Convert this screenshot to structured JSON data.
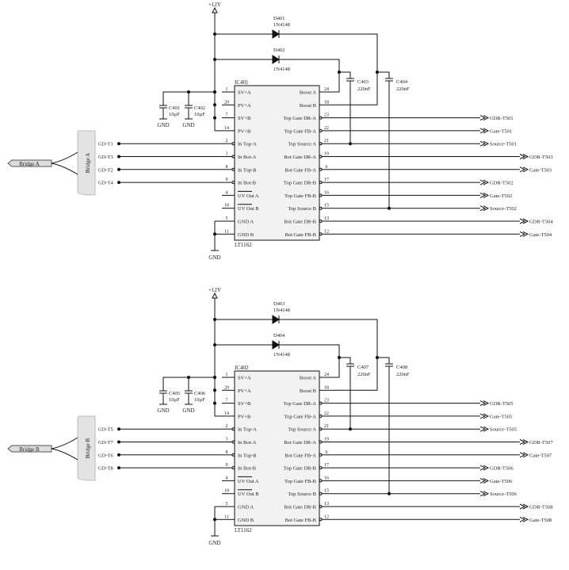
{
  "supply_label": "+12V",
  "gnd_label": "GND",
  "blocks": [
    {
      "ic_ref": "IC401",
      "ic_part": "LT1162",
      "bus_label": "Bridge A",
      "bus_vertical_label": "Bridge A",
      "diodes": [
        {
          "ref": "D401",
          "part": "1N4148"
        },
        {
          "ref": "D402",
          "part": "1N4148"
        }
      ],
      "caps_left": [
        {
          "ref": "C401",
          "value": "10µF"
        },
        {
          "ref": "C402",
          "value": "10µF"
        }
      ],
      "caps_right": [
        {
          "ref": "C403",
          "value": "220nF"
        },
        {
          "ref": "C404",
          "value": "220nF"
        }
      ],
      "inputs": [
        {
          "net": "GD-T1",
          "pin": "2",
          "name": "In Top-A"
        },
        {
          "net": "GD-T3",
          "pin": "3",
          "name": "In Bot-A"
        },
        {
          "net": "GD-T2",
          "pin": "8",
          "name": "In Top-B"
        },
        {
          "net": "GD-T4",
          "pin": "9",
          "name": "In Bot-B"
        }
      ],
      "outputs_hi": [
        {
          "pin": "23",
          "name": "Top Gate DR-A",
          "net": "GDR-T501"
        },
        {
          "pin": "22",
          "name": "Top Gate FB-A",
          "net": "Gate-T501"
        },
        {
          "pin": "21",
          "name": "Top Source A",
          "net": "Source-T501"
        }
      ],
      "outputs_lo": [
        {
          "pin": "19",
          "name": "Bot Gate DR-A",
          "net": "GDR-T503"
        },
        {
          "pin": "6",
          "name": "Bot Gate FB-A",
          "net": "Gate-T503"
        }
      ],
      "outputs_hi2": [
        {
          "pin": "17",
          "name": "Top Gate DR-B",
          "net": "GDR-T502"
        },
        {
          "pin": "16",
          "name": "Top Gate FB-B",
          "net": "Gate-T502"
        },
        {
          "pin": "15",
          "name": "Top Source B",
          "net": "Source-T502"
        }
      ],
      "outputs_lo2": [
        {
          "pin": "13",
          "name": "Bot Gate DR-B",
          "net": "GDR-T504"
        },
        {
          "pin": "12",
          "name": "Bot Gate FB-B",
          "net": "Gate-T504"
        }
      ]
    },
    {
      "ic_ref": "IC402",
      "ic_part": "LT1162",
      "bus_label": "Bridge B",
      "bus_vertical_label": "Bridge B",
      "diodes": [
        {
          "ref": "D403",
          "part": "1N4148"
        },
        {
          "ref": "D404",
          "part": "1N4148"
        }
      ],
      "caps_left": [
        {
          "ref": "C405",
          "value": "10µF"
        },
        {
          "ref": "C406",
          "value": "10µF"
        }
      ],
      "caps_right": [
        {
          "ref": "C407",
          "value": "220nF"
        },
        {
          "ref": "C408",
          "value": "220nF"
        }
      ],
      "inputs": [
        {
          "net": "GD-T5",
          "pin": "2",
          "name": "In Top-A"
        },
        {
          "net": "GD-T7",
          "pin": "3",
          "name": "In Bot-A"
        },
        {
          "net": "GD-T6",
          "pin": "8",
          "name": "In Top-B"
        },
        {
          "net": "GD-T8",
          "pin": "9",
          "name": "In Bot-B"
        }
      ],
      "outputs_hi": [
        {
          "pin": "23",
          "name": "Top Gate DR-A",
          "net": "GDR-T505"
        },
        {
          "pin": "22",
          "name": "Top Gate FB-A",
          "net": "Gate-T505"
        },
        {
          "pin": "21",
          "name": "Top Source A",
          "net": "Source-T505"
        }
      ],
      "outputs_lo": [
        {
          "pin": "19",
          "name": "Bot Gate DR-A",
          "net": "GDR-T507"
        },
        {
          "pin": "6",
          "name": "Bot Gate FB-A",
          "net": "Gate-T507"
        }
      ],
      "outputs_hi2": [
        {
          "pin": "17",
          "name": "Top Gate DR-B",
          "net": "GDR-T506"
        },
        {
          "pin": "16",
          "name": "Top Gate FB-B",
          "net": "Gate-T506"
        },
        {
          "pin": "15",
          "name": "Top Source B",
          "net": "Source-T506"
        }
      ],
      "outputs_lo2": [
        {
          "pin": "13",
          "name": "Bot Gate DR-B",
          "net": "GDR-T508"
        },
        {
          "pin": "12",
          "name": "Bot Gate FB-B",
          "net": "Gate-T508"
        }
      ]
    }
  ],
  "power_pins": [
    {
      "pin": "1",
      "name": "SV+A"
    },
    {
      "pin": "20",
      "name": "PV+A"
    },
    {
      "pin": "7",
      "name": "SV+B"
    },
    {
      "pin": "14",
      "name": "PV+B"
    }
  ],
  "boost_pins": [
    {
      "pin": "24",
      "name": "Boost A"
    },
    {
      "pin": "18",
      "name": "Boost B"
    }
  ],
  "uv_pins": [
    {
      "pin": "4",
      "name": "UV Out A"
    },
    {
      "pin": "10",
      "name": "UV Out B"
    }
  ],
  "gnd_pins": [
    {
      "pin": "5",
      "name": "GND A"
    },
    {
      "pin": "11",
      "name": "GND B"
    }
  ]
}
